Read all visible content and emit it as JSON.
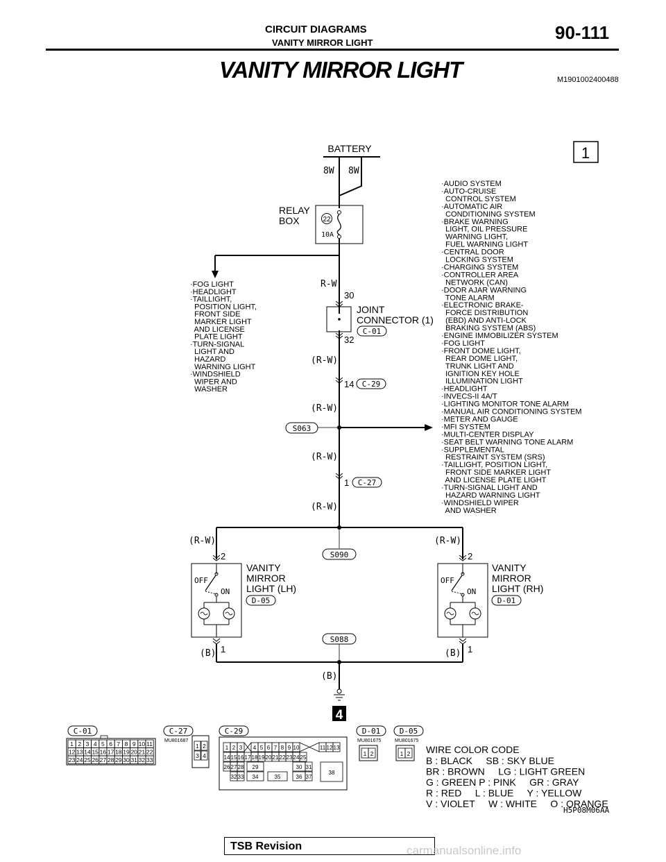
{
  "header": {
    "section": "CIRCUIT DIAGRAMS",
    "subsection": "VANITY MIRROR LIGHT",
    "page": "90-111"
  },
  "title": "VANITY MIRROR LIGHT",
  "doc_id": "M1901002400488",
  "sheet_number": "1",
  "battery": {
    "label": "BATTERY",
    "wire_left": "8W",
    "wire_right": "8W"
  },
  "relay_box": {
    "label_line1": "RELAY",
    "label_line2": "BOX",
    "fuse_number": "22",
    "fuse_rating": "10A"
  },
  "wires": {
    "rw": "R-W",
    "rw_paren": "(R-W)",
    "b_paren": "(B)"
  },
  "joint_connector": {
    "label_line1": "JOINT",
    "label_line2": "CONNECTOR (1)",
    "code": "C-01",
    "pin_top": "30",
    "pin_bottom": "32"
  },
  "connector_c29": {
    "pin": "14",
    "code": "C-29"
  },
  "connector_c27": {
    "pin": "1",
    "code": "C-27"
  },
  "splices": {
    "s063": "S063",
    "s090": "S090",
    "s088": "S088"
  },
  "left_list": [
    "·FOG LIGHT",
    "·HEADLIGHT",
    "·TAILLIGHT,",
    "  POSITION LIGHT,",
    "  FRONT SIDE",
    "  MARKER LIGHT",
    "  AND LICENSE",
    "  PLATE LIGHT",
    "·TURN-SIGNAL",
    "  LIGHT AND",
    "  HAZARD",
    "  WARNING LIGHT",
    "·WINDSHIELD",
    "  WIPER AND",
    "  WASHER"
  ],
  "right_list": [
    "·AUDIO SYSTEM",
    "·AUTO-CRUISE",
    "  CONTROL SYSTEM",
    "·AUTOMATIC AIR",
    "  CONDITIONING SYSTEM",
    "·BRAKE WARNING",
    "  LIGHT, OIL PRESSURE",
    "  WARNING LIGHT,",
    "  FUEL WARNING LIGHT",
    "·CENTRAL DOOR",
    "  LOCKING SYSTEM",
    "·CHARGING SYSTEM",
    "·CONTROLLER AREA",
    "  NETWORK (CAN)",
    "·DOOR AJAR WARNING",
    "  TONE ALARM",
    "·ELECTRONIC BRAKE-",
    "  FORCE DISTRIBUTION",
    "  (EBD) AND ANTI-LOCK",
    "  BRAKING SYSTEM (ABS)",
    "·ENGINE IMMOBILIZER SYSTEM",
    "·FOG LIGHT",
    "·FRONT DOME LIGHT,",
    "  REAR DOME LIGHT,",
    "  TRUNK LIGHT AND",
    "  IGNITION KEY HOLE",
    "  ILLUMINATION LIGHT",
    "·HEADLIGHT",
    "·INVECS-II 4A/T",
    "·LIGHTING MONITOR TONE ALARM",
    "·MANUAL AIR CONDITIONING SYSTEM",
    "·METER AND GAUGE",
    "·MFI SYSTEM",
    "·MULTI-CENTER DISPLAY",
    "·SEAT BELT WARNING TONE ALARM",
    "·SUPPLEMENTAL",
    "  RESTRAINT SYSTEM (SRS)",
    "·TAILLIGHT, POSITION LIGHT,",
    "  FRONT SIDE MARKER LIGHT",
    "  AND LICENSE PLATE LIGHT",
    "·TURN-SIGNAL LIGHT AND",
    "  HAZARD WARNING LIGHT",
    "·WINDSHIELD WIPER",
    "  AND WASHER"
  ],
  "vanity_lh": {
    "label_line1": "VANITY",
    "label_line2": "MIRROR",
    "label_line3": "LIGHT (LH)",
    "code": "D-05",
    "pin_top": "2",
    "pin_bottom": "1",
    "off": "OFF",
    "on": "ON"
  },
  "vanity_rh": {
    "label_line1": "VANITY",
    "label_line2": "MIRROR",
    "label_line3": "LIGHT (RH)",
    "code": "D-01",
    "pin_top": "2",
    "pin_bottom": "1",
    "off": "OFF",
    "on": "ON"
  },
  "ground_number": "4",
  "connectors": {
    "c01": {
      "code": "C-01",
      "rows": [
        [
          "1",
          "2",
          "3",
          "4",
          "5",
          "6",
          "7",
          "8",
          "9",
          "10",
          "11"
        ],
        [
          "12",
          "13",
          "14",
          "15",
          "16",
          "17",
          "18",
          "19",
          "20",
          "21",
          "22"
        ],
        [
          "23",
          "24",
          "25",
          "26",
          "27",
          "28",
          "29",
          "30",
          "31",
          "32",
          "33"
        ]
      ]
    },
    "c27": {
      "code": "C-27",
      "part": "MU801687",
      "pins": [
        "1",
        "2",
        "3",
        "4"
      ]
    },
    "c29": {
      "code": "C-29",
      "pins": [
        "1",
        "2",
        "3",
        "4",
        "5",
        "6",
        "7",
        "8",
        "9",
        "10",
        "11",
        "12",
        "13",
        "14",
        "15",
        "16",
        "17",
        "18",
        "19",
        "20",
        "21",
        "22",
        "23",
        "24",
        "25",
        "26",
        "27",
        "28",
        "29",
        "30",
        "31",
        "32",
        "33",
        "34",
        "35",
        "36",
        "37",
        "38"
      ]
    },
    "d01": {
      "code": "D-01",
      "part": "MU801675",
      "pins": [
        "1",
        "2"
      ]
    },
    "d05": {
      "code": "D-05",
      "part": "MU801675",
      "pins": [
        "1",
        "2"
      ]
    }
  },
  "wire_color_code": {
    "title": "WIRE COLOR CODE",
    "lines": [
      "B : BLACK     SB : SKY BLUE",
      "BR : BROWN     LG : LIGHT GREEN",
      "G : GREEN P : PINK     GR : GRAY",
      "R : RED     L : BLUE     Y : YELLOW",
      "V : VIOLET     W : WHITE     O : ORANGE"
    ]
  },
  "figure_id": "H5P08M06AA",
  "footer": {
    "tsb": "TSB Revision",
    "watermark": "carmanualsonline.info"
  }
}
